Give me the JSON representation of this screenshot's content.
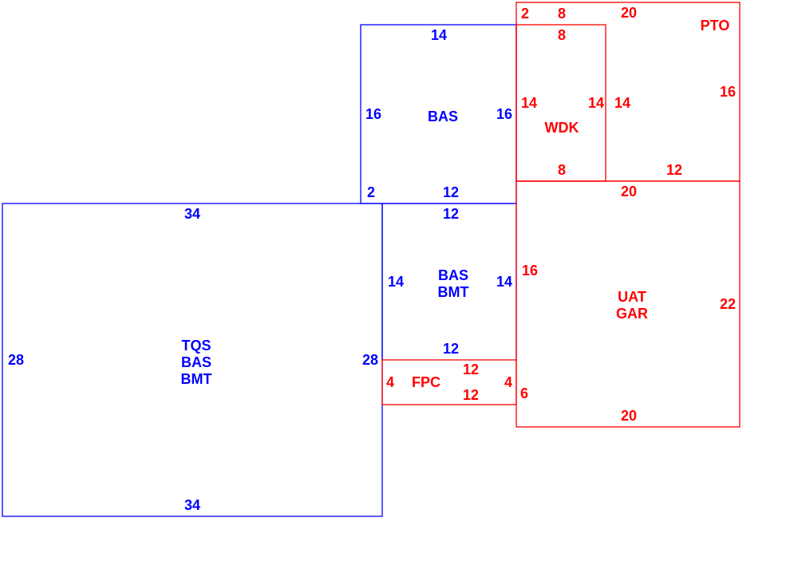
{
  "colors": {
    "group_a": "#0000ff",
    "group_b": "#ff0000"
  },
  "areas": {
    "bas_upper": {
      "dims": [
        "14",
        "16",
        "16",
        "2",
        "12"
      ],
      "name": "BAS"
    },
    "tqs": {
      "dims": [
        "34",
        "28",
        "28",
        "34"
      ],
      "names": [
        "TQS",
        "BAS",
        "BMT"
      ]
    },
    "bas_bmt": {
      "dims": [
        "12",
        "14",
        "14",
        "12"
      ],
      "names": [
        "BAS",
        "BMT"
      ]
    },
    "pto": {
      "dims": [
        "2",
        "8",
        "20",
        "16",
        "12",
        "14"
      ],
      "name": "PTO"
    },
    "wdk": {
      "dims": [
        "8",
        "14",
        "14",
        "8"
      ],
      "name": "WDK"
    },
    "uat_gar": {
      "dims": [
        "20",
        "16",
        "22",
        "6",
        "20"
      ],
      "names": [
        "UAT",
        "GAR"
      ]
    },
    "fpc": {
      "dims": [
        "12",
        "12",
        "4",
        "4"
      ],
      "name": "FPC"
    }
  }
}
